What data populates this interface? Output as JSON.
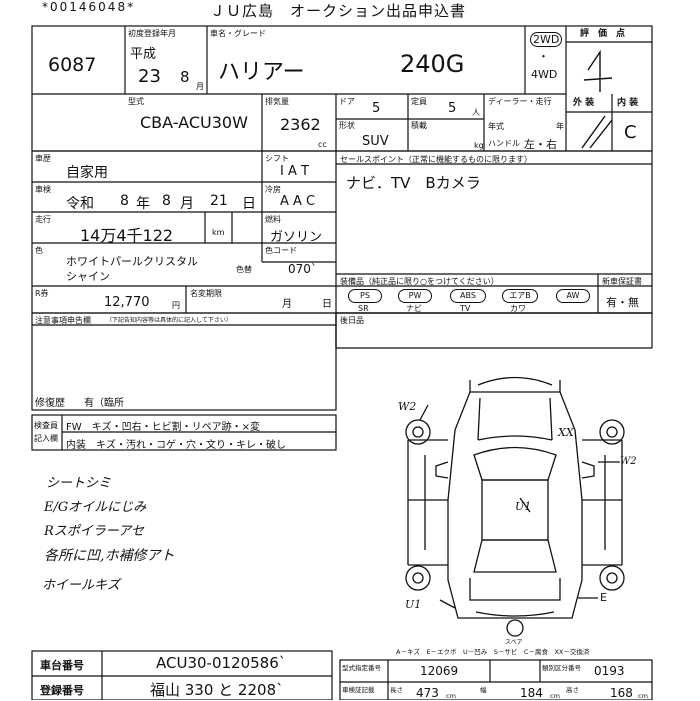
{
  "header": {
    "serial": "*00146048*",
    "title": "ＪＵ広島　オークション出品申込書"
  },
  "lot": {
    "number": "6087"
  },
  "first_reg": {
    "label": "初度登録年月",
    "era": "平成",
    "year": "23",
    "month": "8",
    "month_unit": "月"
  },
  "model": {
    "label": "車名・グレード",
    "name": "ハリアー",
    "grade": "240G"
  },
  "drive": {
    "opt1": "2WD",
    "dot": "・",
    "opt2": "4WD"
  },
  "score": {
    "label": "評　価　点",
    "value": "4",
    "ext_label": "外 装",
    "int_label": "内 装",
    "int_value": "C"
  },
  "type": {
    "label": "型式",
    "value": "CBA-ACU30W"
  },
  "displacement": {
    "label": "排気量",
    "value": "2362",
    "unit": "cc"
  },
  "doors": {
    "label": "ドア",
    "value": "5"
  },
  "capacity": {
    "label": "定員",
    "value": "5",
    "unit": "人"
  },
  "shape": {
    "label": "形状",
    "value": "SUV"
  },
  "cargo": {
    "label": "積載",
    "unit": "kg"
  },
  "dealer": {
    "label": "ディーラー・走行",
    "model_year_label": "年式",
    "model_year_sub": "年",
    "handle_label": "ハンドル",
    "handle_value": "左・右"
  },
  "usage": {
    "label": "車歴",
    "value": "自家用"
  },
  "shift": {
    "label": "シフト",
    "value": "I A T"
  },
  "inspection": {
    "label": "車検",
    "era": "令和",
    "year": "8",
    "year_unit": "年",
    "month": "8",
    "month_unit": "月",
    "day": "21",
    "day_unit": "日"
  },
  "aircon": {
    "label": "冷房",
    "value": "A A C"
  },
  "mileage": {
    "label": "走行",
    "value": "14万4千122",
    "unit": "km"
  },
  "fuel": {
    "label": "燃料",
    "value": "ガソリン"
  },
  "color": {
    "label": "色",
    "name1": "ホワイトパールクリスタル",
    "name2": "シャイン",
    "change_label": "色替",
    "code_label": "色コード",
    "code": "070`"
  },
  "recycle": {
    "label": "R券",
    "value": "12,770",
    "unit": "円"
  },
  "transfer": {
    "label": "名変期限",
    "month": "月",
    "day": "日"
  },
  "sales_points": {
    "label": "セールスポイント（正常に機能するものに限ります）",
    "value": "ナビ．TV　Bカメラ"
  },
  "equipment": {
    "label": "装備品（純正品に限り○をつけてください）",
    "items": [
      {
        "top": "PS",
        "bottom": "SR"
      },
      {
        "top": "PW",
        "bottom": "ナビ"
      },
      {
        "top": "ABS",
        "bottom": "TV"
      },
      {
        "top": "エアB",
        "bottom": "カワ"
      },
      {
        "top": "AW",
        "bottom": ""
      }
    ]
  },
  "new_car_warranty": {
    "label": "新車保証書",
    "value": "有・無"
  },
  "notes_label": "注意事項申告欄",
  "notes_sub": "（下記告知内容等は具体的に記入して下さい）",
  "repair": {
    "label": "修復歴",
    "value": "有（臨所"
  },
  "aftermarket_label": "後日品",
  "inspect_rows": {
    "label1": "検査員",
    "label2": "記入欄",
    "row1": "FW　キズ・凹右・ヒビ割・リペア跡・×変",
    "row2": "内装　キズ・汚れ・コゲ・穴・文り・キレ・破し"
  },
  "handwritten_notes": [
    "シートシミ",
    "E/Gオイルにじみ",
    "Rスポイラーアセ",
    "各所に凹,ホ補修アト",
    "ホイールキズ"
  ],
  "diagram_marks": [
    "W2",
    "XX",
    "W2",
    "U1",
    "U1",
    "E",
    "スペア"
  ],
  "legend": "A－キズ　E－エクボ　U－凹み　S－サビ　C－腐食　XX－交換済",
  "model_spec": {
    "label": "型式指定番号",
    "value": "12069",
    "cat_label": "類別区分番号",
    "cat_value": "0193"
  },
  "dims": {
    "label": "車検証記載",
    "length_label": "長さ",
    "length": "473",
    "length_unit": "cm",
    "width_label": "幅",
    "width": "184",
    "width_unit": "cm",
    "height_label": "高さ",
    "height": "168",
    "height_unit": "cm"
  },
  "chassis": {
    "label": "車台番号",
    "value": "ACU30-0120586`"
  },
  "plate": {
    "label": "登録番号",
    "value": "福山 330 と 2208`"
  }
}
